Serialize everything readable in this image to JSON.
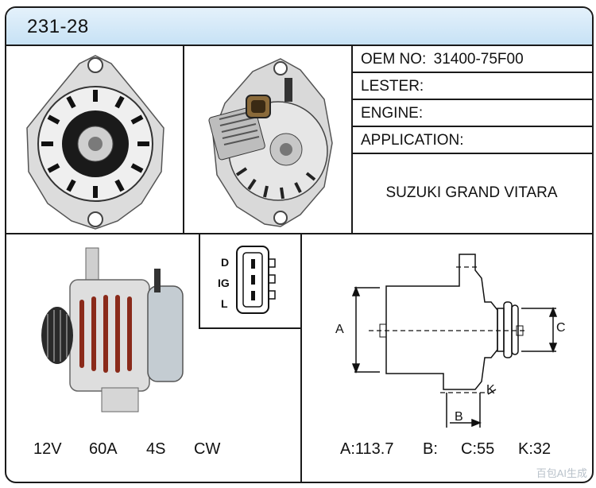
{
  "title": "231-28",
  "info": {
    "oem_label": "OEM NO:",
    "oem_value": "31400-75F00",
    "lester_label": "LESTER:",
    "lester_value": "",
    "engine_label": "ENGINE:",
    "engine_value": "",
    "application_label": "APPLICATION:",
    "application_value": "SUZUKI GRAND VITARA"
  },
  "connector": {
    "pins": [
      "D",
      "IG",
      "L"
    ]
  },
  "specs": {
    "voltage": "12V",
    "amperage": "60A",
    "groove": "4S",
    "rotation": "CW"
  },
  "dimension_labels": {
    "a": "A",
    "b": "B",
    "c": "C",
    "k": "K"
  },
  "dimensions": {
    "a_label": "A:",
    "a_value": "113.7",
    "b_label": "B:",
    "b_value": "",
    "c_label": "C:",
    "c_value": "55",
    "k_label": "K:",
    "k_value": "32"
  },
  "watermark": "百包AI生成"
}
